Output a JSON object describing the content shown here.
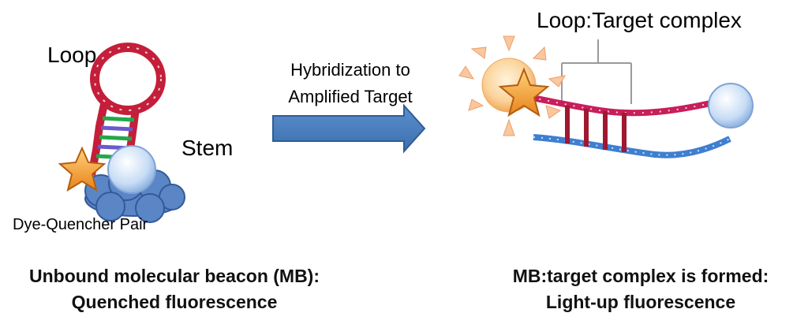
{
  "labels": {
    "loop": "Loop",
    "stem": "Stem",
    "dye_quencher_pair": "Dye-Quencher  Pair",
    "arrow_line1": "Hybridization to",
    "arrow_line2": "Amplified Target",
    "complex": "Loop:Target complex"
  },
  "captions": {
    "left_line1": "Unbound molecular beacon (MB):",
    "left_line2": "Quenched fluorescence",
    "right_line1": "MB:target complex is formed:",
    "right_line2": "Light-up fluorescence"
  },
  "colors": {
    "beacon_red": "#c41e3a",
    "dye_orange": "#f5a623",
    "quencher_blue": "#c7dcf5",
    "cloud_blue": "#5b86c5",
    "arrow_blue": "#4a7ebb",
    "target_blue": "#3f7fd0"
  }
}
